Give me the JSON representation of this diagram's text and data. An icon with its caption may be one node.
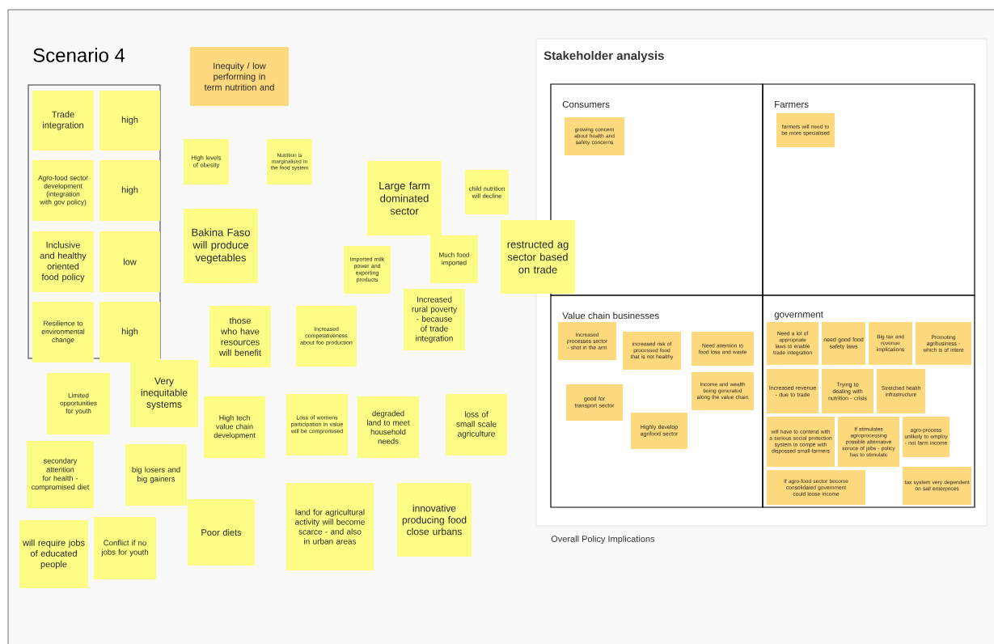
{
  "diagram": {
    "title": "Scenario 4",
    "nodes": [
      {
        "text": [],
        "shape": "box"
      },
      {
        "text": [
          "Trade integration"
        ],
        "in": 0
      },
      {
        "text": [
          "high"
        ],
        "in": 0
      },
      {
        "text": [
          "Agro-food sector development (integration with gov policy)"
        ],
        "in": 0
      },
      {
        "text": [
          "high"
        ],
        "in": 0
      },
      {
        "text": [
          "Inclusive and healthy oriented food policy"
        ],
        "in": 0
      },
      {
        "text": [
          "low"
        ],
        "in": 0
      },
      {
        "text": [
          "Resilience to environmental change"
        ],
        "in": 0
      },
      {
        "text": [
          "high"
        ],
        "in": 0
      },
      {
        "text": [
          "Inequity / low performing in term nutrition and"
        ]
      },
      {
        "text": [
          "High levels of obesity"
        ]
      },
      {
        "text": [
          "Nutrition is marginalised in the food system"
        ]
      },
      {
        "text": [
          "Bakina Faso will produce vegetables"
        ]
      },
      {
        "text": [
          "Large farm dominated sector"
        ]
      },
      {
        "text": [
          "child nutrition will decline"
        ]
      },
      {
        "text": [
          "Imported milk power and exporting products"
        ]
      },
      {
        "text": [
          "Much food imported"
        ]
      },
      {
        "text": [
          "restructed ag sector based on trade"
        ]
      },
      {
        "text": [
          "those who have resources will benefit"
        ]
      },
      {
        "text": [
          "Increased competativeness about foo production"
        ]
      },
      {
        "text": [
          "Increased rural poverty - because of trade integration"
        ]
      },
      {
        "text": [
          "Limited opportunities for youth"
        ]
      },
      {
        "text": [
          "Very inequitable systems"
        ]
      },
      {
        "text": [
          "High tech value chain development"
        ]
      },
      {
        "text": [
          "Loss of womens participation in value will be compromised"
        ]
      },
      {
        "text": [
          "degraded land to meet household needs"
        ]
      },
      {
        "text": [
          "loss of small scale agriculture"
        ]
      },
      {
        "text": [
          "secondary attention for health - compromised diet"
        ]
      },
      {
        "text": [
          "big losers and big gainers"
        ]
      },
      {
        "text": [
          "Poor diets"
        ]
      },
      {
        "text": [
          "land for agricultural activity will become scarce - and also in urban areas"
        ]
      },
      {
        "text": [
          "innovative producing food close urbans"
        ]
      },
      {
        "text": [
          "will require jobs of educated people"
        ]
      },
      {
        "text": [
          "Conflict if no jobs for youth"
        ]
      },
      {
        "text": [
          "Stakeholder analysis"
        ]
      },
      {
        "text": [
          "Consumers"
        ],
        "in": 34
      },
      {
        "text": [
          "Farmers"
        ],
        "in": 34
      },
      {
        "text": [
          "Value chain businesses"
        ],
        "in": 34
      },
      {
        "text": [
          "government"
        ],
        "in": 34
      },
      {
        "text": [
          "growing concern about health and safety concerns"
        ],
        "in": 35
      },
      {
        "text": [
          "farmers will need to be more specialised"
        ],
        "in": 36
      },
      {
        "text": [
          "Increased processes sector - shot in the arm"
        ],
        "in": 37
      },
      {
        "text": [
          "increased risk of processed food that is not healthy"
        ],
        "in": 37
      },
      {
        "text": [
          "Need attention to food loss and waste"
        ],
        "in": 37
      },
      {
        "text": [
          "Income and wealth being generated along the value chain"
        ],
        "in": 37
      },
      {
        "text": [
          "good for transport sector"
        ],
        "in": 37
      },
      {
        "text": [
          "Highly develop agrifood sector"
        ],
        "in": 37
      },
      {
        "text": [
          "Need a lot of appropriate laws to enable trade integration"
        ],
        "in": 38
      },
      {
        "text": [
          "need good food safety laws"
        ],
        "in": 38
      },
      {
        "text": [
          "Big tax and revenue implications"
        ],
        "in": 38
      },
      {
        "text": [
          "Promoting agribusiness - which is of intere"
        ],
        "in": 38
      },
      {
        "text": [
          "Increased revenue - due to trade"
        ],
        "in": 38
      },
      {
        "text": [
          "Trying to dealing with nutrition - crisis"
        ],
        "in": 38
      },
      {
        "text": [
          "Stretched health infrastructure"
        ],
        "in": 38
      },
      {
        "text": [
          "will have to contend with a serious social protection system to compe with dispossed small-farmers"
        ],
        "in": 38
      },
      {
        "text": [
          "If stimulates agroprocessing possible alternative soruce of jobs - policy has to stimulate"
        ],
        "in": 38
      },
      {
        "text": [
          "agro-process unlikely to employ - not farm income"
        ],
        "in": 38
      },
      {
        "text": [
          "tax system very dependent on sall enterprices"
        ],
        "in": 38
      },
      {
        "text": [
          "If agro-food sector become consolidated government could loose income"
        ],
        "in": 38
      }
    ],
    "labels": [
      "Overall Policy  Implications"
    ]
  }
}
